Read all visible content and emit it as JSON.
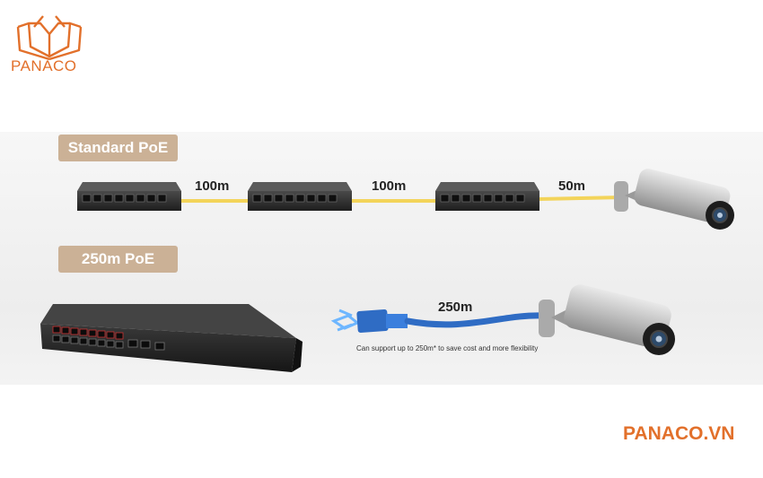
{
  "logo": {
    "text": "PANACO",
    "color": "#e2702b"
  },
  "sections": {
    "standard_label": "Standard PoE",
    "extended_label": "250m PoE"
  },
  "distances": {
    "seg1": "100m",
    "seg2": "100m",
    "seg3": "50m",
    "extended": "250m"
  },
  "caption": "Can support up to 250m* to save cost and more flexibility",
  "footer_brand": "PANACO.VN",
  "colors": {
    "accent": "#e2702b",
    "tag": "#cbb196",
    "cable_yellow": "#f3d45a",
    "cable_blue": "#2f6cc4"
  },
  "icons": [
    "logo-book-icon",
    "switch-icon",
    "camera-icon",
    "ethernet-plug-icon"
  ]
}
